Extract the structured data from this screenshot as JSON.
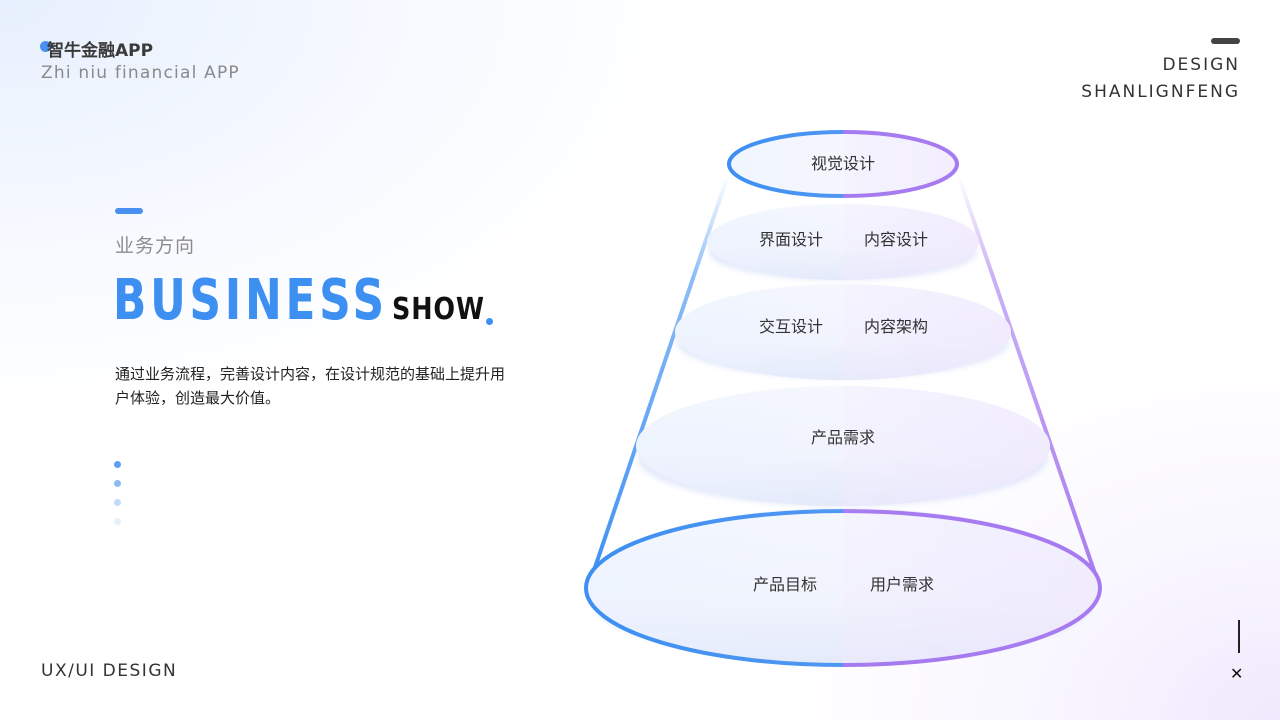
{
  "brand": {
    "name_cn": "智牛金融APP",
    "name_en": "Zhi niu financial APP"
  },
  "header_right": {
    "line1": "DESIGN",
    "line2": "SHANLIGNFENG"
  },
  "section": {
    "label": "业务方向",
    "title_main": "BUSINESS",
    "title_sub": "SHOW",
    "description": "通过业务流程，完善设计内容，在设计规范的基础上提升用户体验，创造最大价值。"
  },
  "footer": {
    "label": "UX/UI DESIGN",
    "close_icon": "close-icon"
  },
  "colors": {
    "accent_blue": "#3d8ff2",
    "accent_purple": "#a77bf0",
    "text_dark": "#333333"
  },
  "pyramid": {
    "levels": [
      {
        "labels": [
          "视觉设计"
        ]
      },
      {
        "labels": [
          "界面设计",
          "内容设计"
        ]
      },
      {
        "labels": [
          "交互设计",
          "内容架构"
        ]
      },
      {
        "labels": [
          "产品需求"
        ]
      },
      {
        "labels": [
          "产品目标",
          "用户需求"
        ]
      }
    ]
  }
}
